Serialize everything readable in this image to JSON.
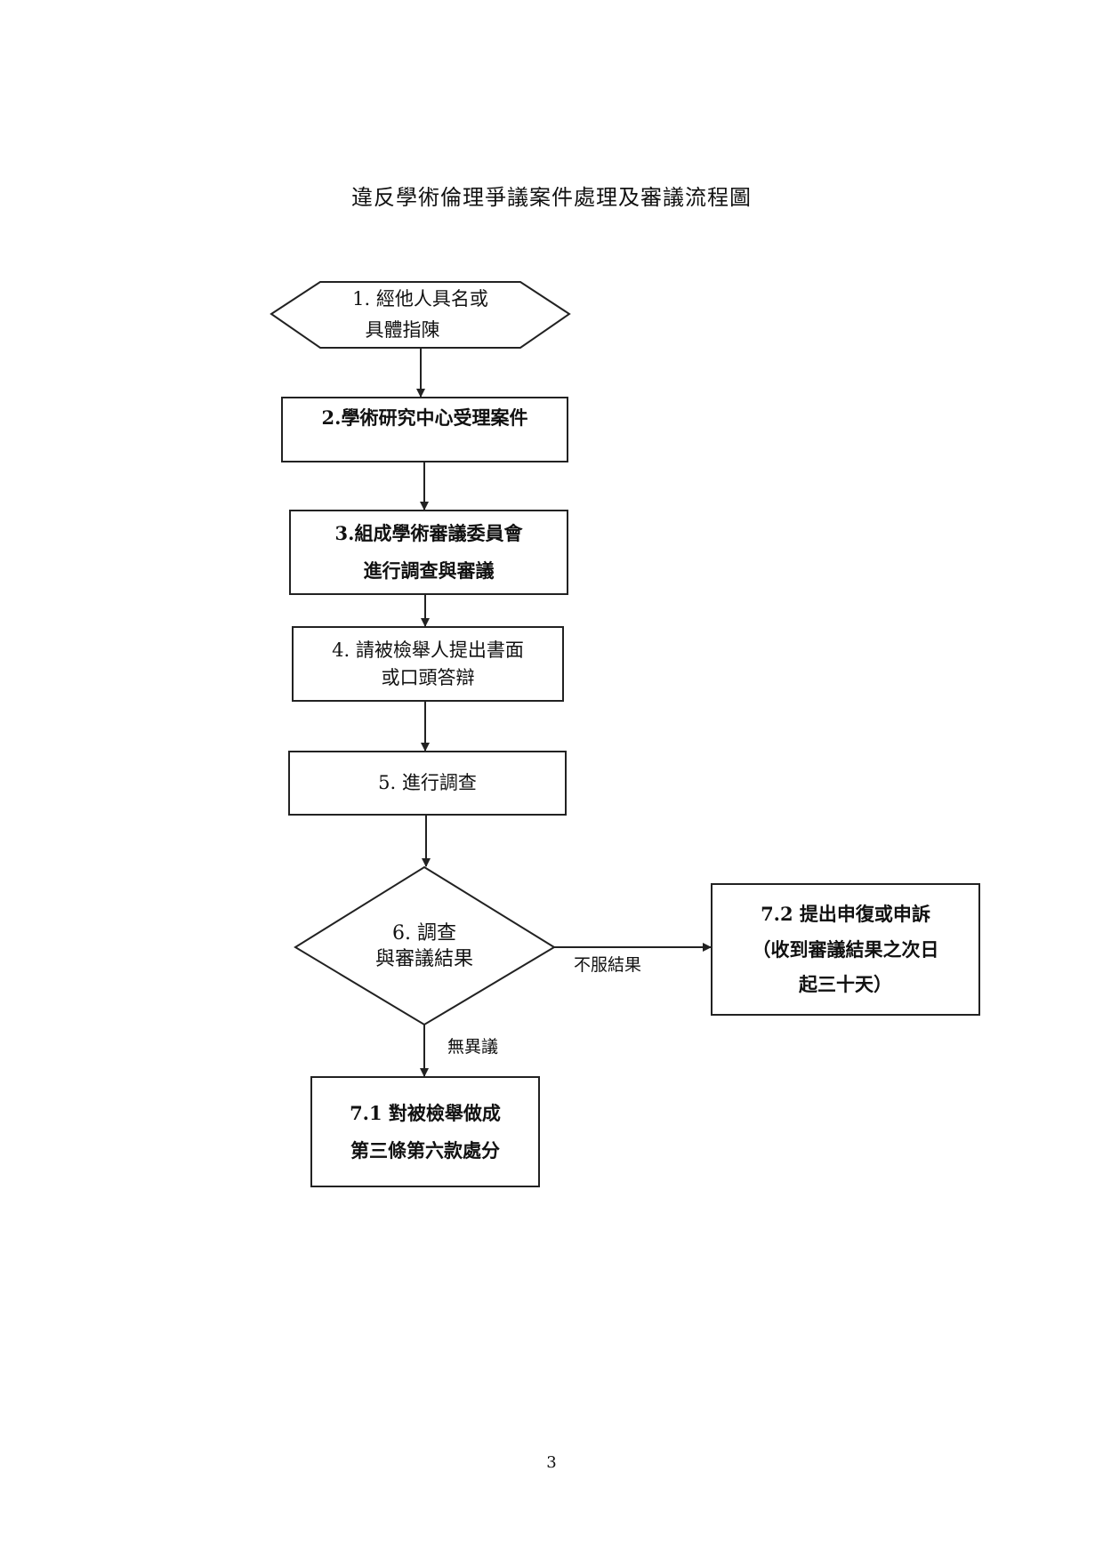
{
  "title": "違反學術倫理爭議案件處理及審議流程圖",
  "nodes": {
    "step1": {
      "line1": "1. 經他人具名或",
      "line2": "具體指陳"
    },
    "step2": {
      "line1": "2.學術研究中心受理案件"
    },
    "step3": {
      "line1": "3.組成學術審議委員會",
      "line2": "進行調查與審議"
    },
    "step4": {
      "line1": "4. 請被檢舉人提出書面",
      "line2": "或口頭答辯"
    },
    "step5": {
      "line1": "5. 進行調查"
    },
    "step6": {
      "line1": "6. 調查",
      "line2": "與審議結果"
    },
    "step71": {
      "line1": "7.1  對被檢舉做成",
      "line2": "第三條第六款處分"
    },
    "step72": {
      "line1": "7.2  提出申復或申訴",
      "line2": "（收到審議結果之次日",
      "line3": "起三十天）"
    }
  },
  "edges": {
    "no_objection": "無異議",
    "disagree": "不服結果"
  },
  "page_number": "3"
}
